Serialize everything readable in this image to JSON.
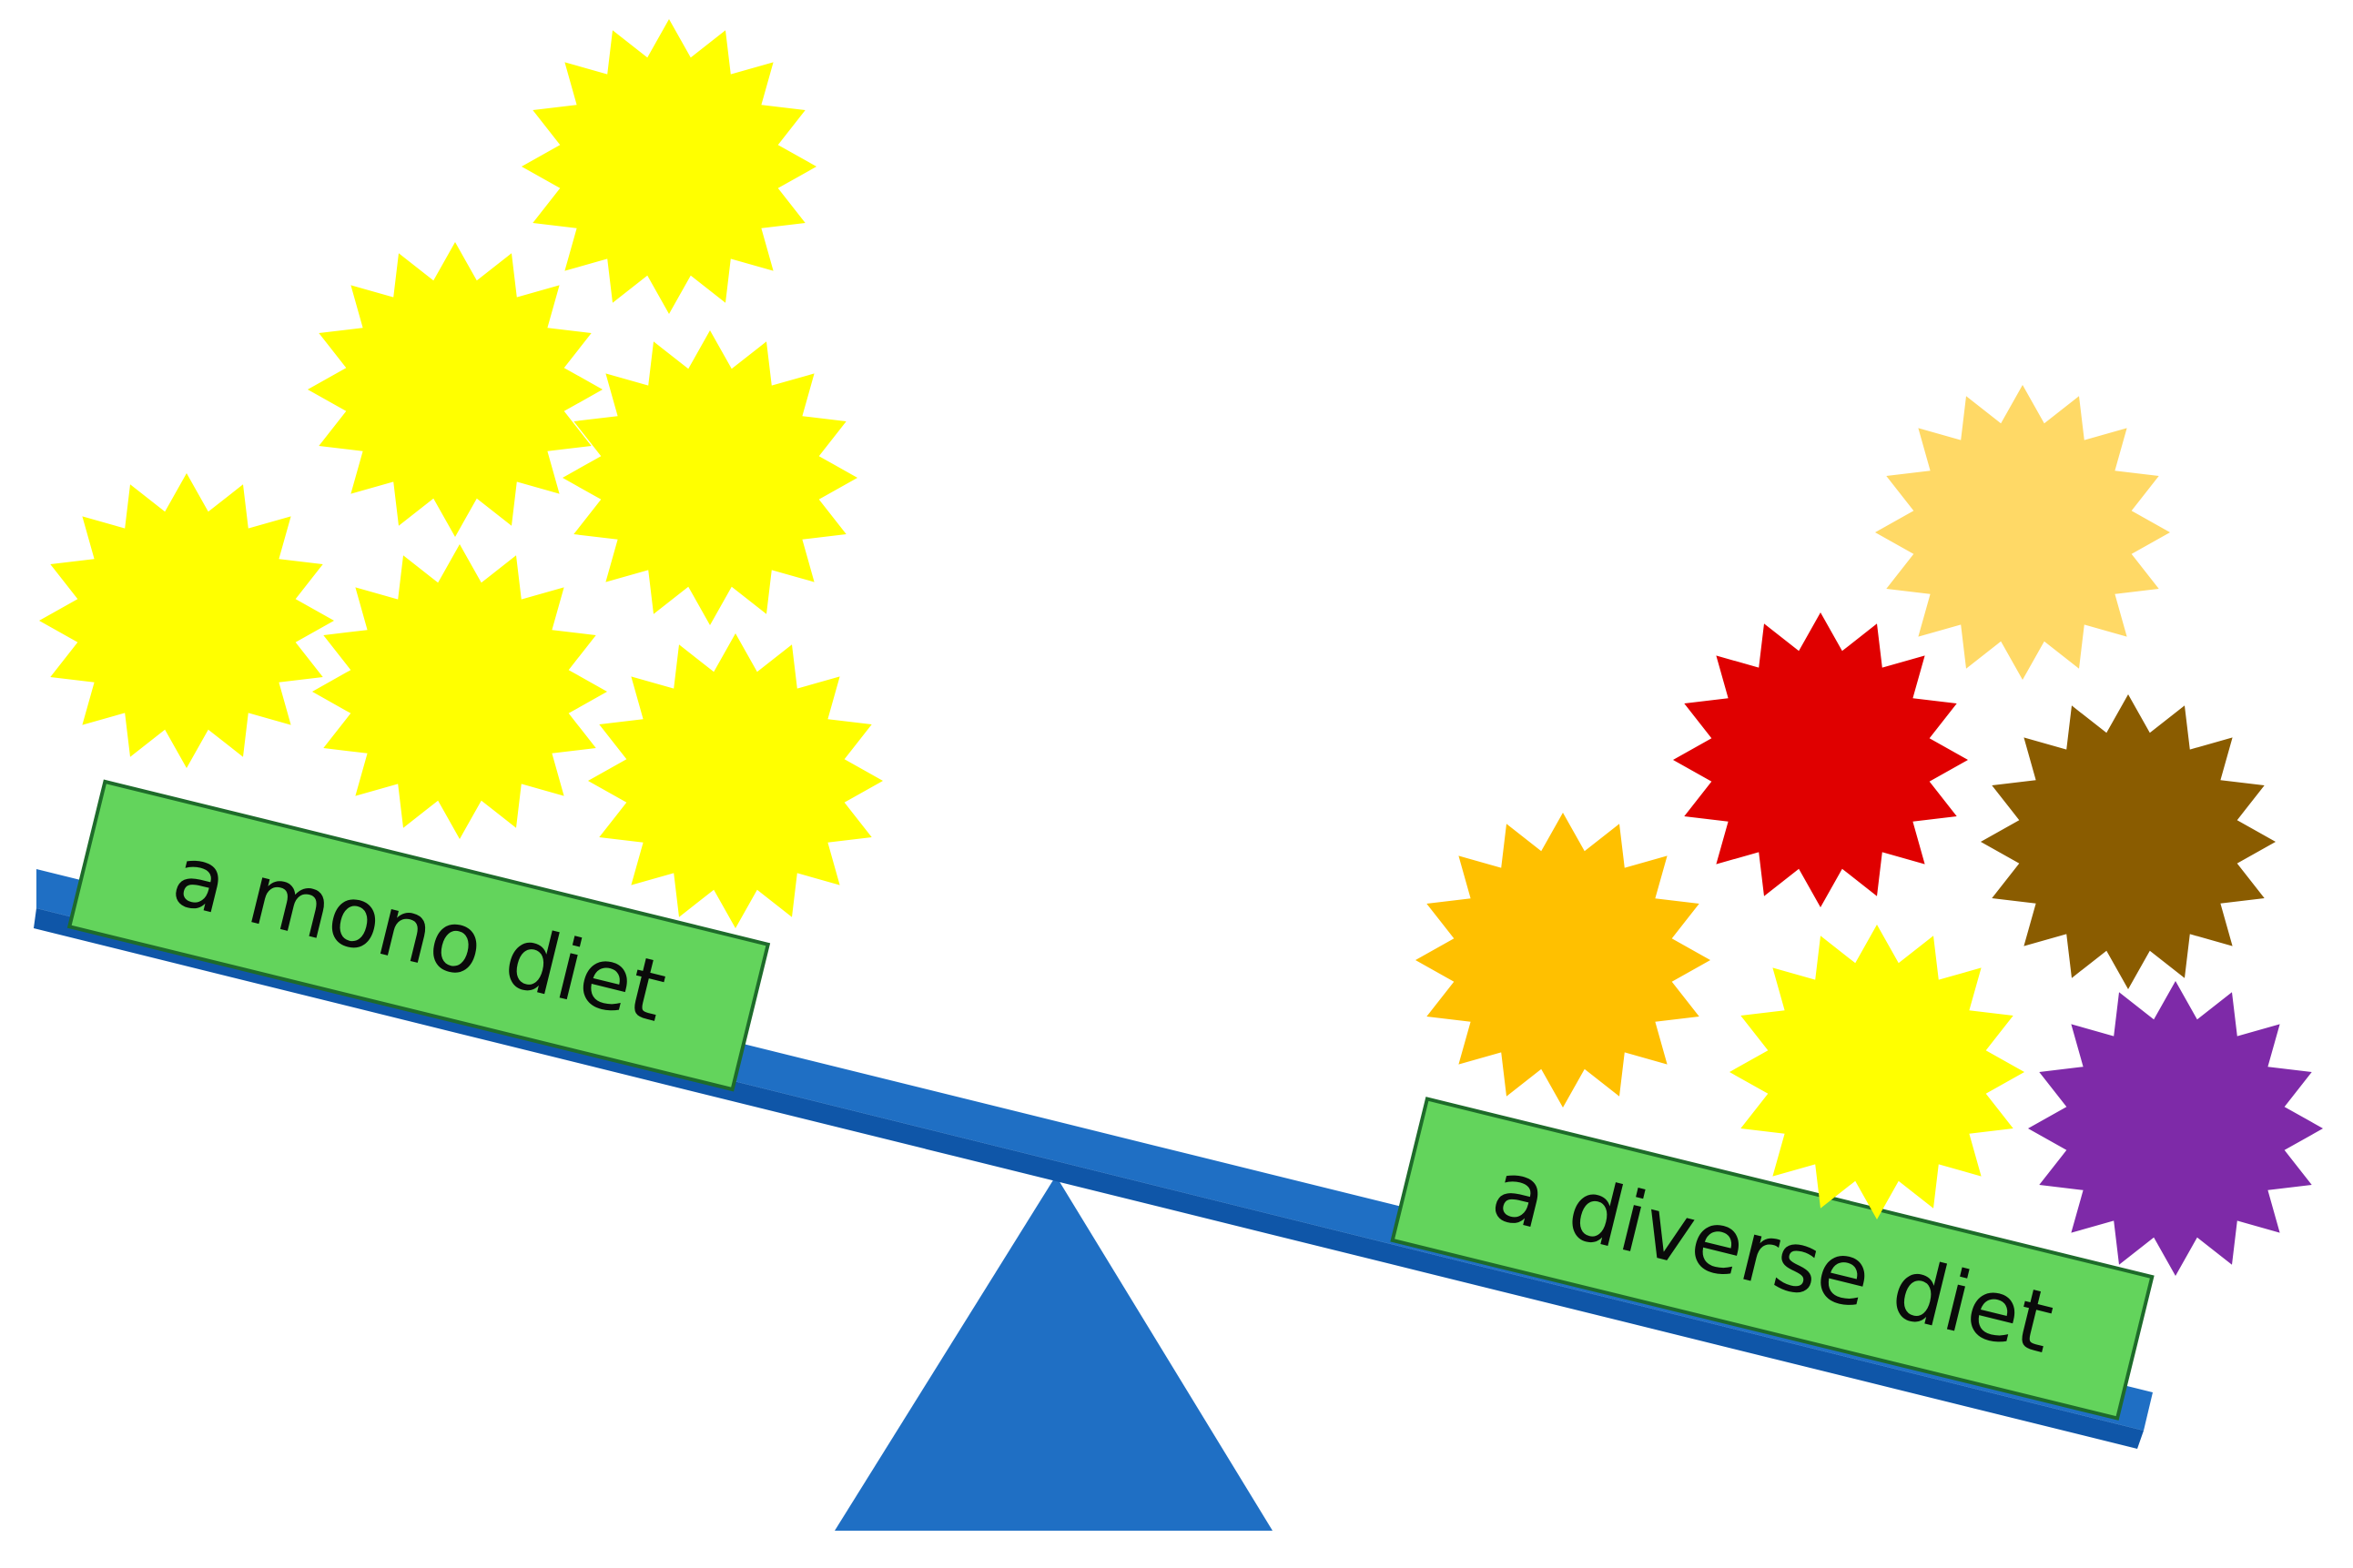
{
  "diagram": {
    "left_label": "a mono diet",
    "right_label": "a diverse diet"
  },
  "colors": {
    "background": "#ffffff",
    "beam": "#1f6fc4",
    "beam_dark": "#0f56a8",
    "fulcrum": "#1f6fc4",
    "label_fill": "#63d45c",
    "label_stroke": "#1e6b2a",
    "yellow": "#ffff00",
    "orange": "#ffc000",
    "red": "#e00000",
    "brown": "#8a5c00",
    "tan": "#ffd966",
    "purple": "#7e2aa8"
  },
  "stars": {
    "left_group": [
      {
        "name": "yellow-star-1",
        "color": "yellow"
      },
      {
        "name": "yellow-star-2",
        "color": "yellow"
      },
      {
        "name": "yellow-star-3",
        "color": "yellow"
      },
      {
        "name": "yellow-star-4",
        "color": "yellow"
      },
      {
        "name": "yellow-star-5",
        "color": "yellow"
      },
      {
        "name": "yellow-star-6",
        "color": "yellow"
      }
    ],
    "right_group": [
      {
        "name": "tan-star",
        "color": "tan"
      },
      {
        "name": "red-star",
        "color": "red"
      },
      {
        "name": "brown-star",
        "color": "brown"
      },
      {
        "name": "orange-star",
        "color": "orange"
      },
      {
        "name": "yellow-star-right",
        "color": "yellow"
      },
      {
        "name": "purple-star",
        "color": "purple"
      }
    ]
  }
}
